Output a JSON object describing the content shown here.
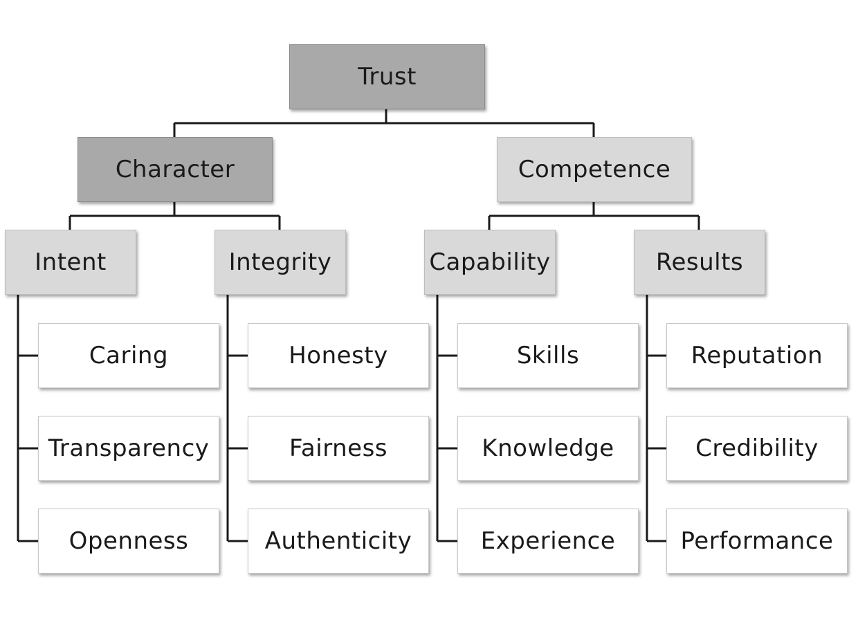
{
  "root": {
    "label": "Trust"
  },
  "branches": [
    {
      "label": "Character",
      "children": [
        {
          "label": "Intent",
          "items": [
            "Caring",
            "Transparency",
            "Openness"
          ]
        },
        {
          "label": "Integrity",
          "items": [
            "Honesty",
            "Fairness",
            "Authenticity"
          ]
        }
      ]
    },
    {
      "label": "Competence",
      "children": [
        {
          "label": "Capability",
          "items": [
            "Skills",
            "Knowledge",
            "Experience"
          ]
        },
        {
          "label": "Results",
          "items": [
            "Reputation",
            "Credibility",
            "Performance"
          ]
        }
      ]
    }
  ],
  "colors": {
    "dark_fill": "#a9a9a9",
    "light_fill": "#d9d9d9",
    "leaf_fill": "#ffffff",
    "line": "#1a1a1a"
  }
}
